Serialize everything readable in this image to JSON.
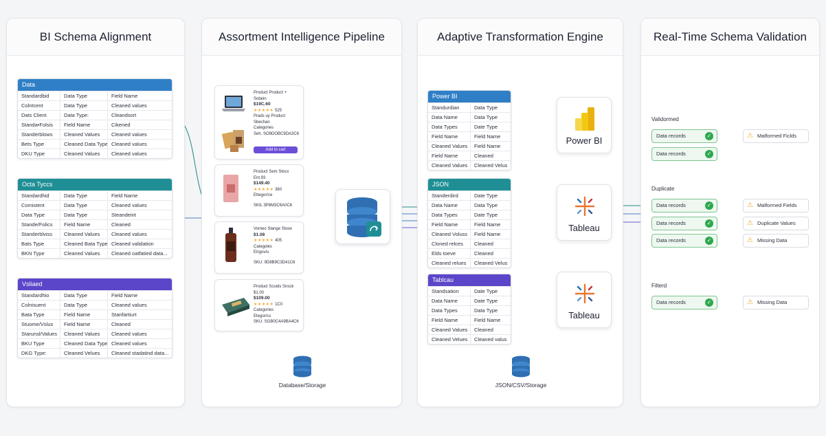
{
  "panels": {
    "bi": "BI Schema Alignment",
    "pipeline": "Assortment Intelligence Pipeline",
    "engine": "Adaptive Transformation Engine",
    "validation": "Real-Time Schema Validation"
  },
  "bi_tables": [
    {
      "title": "Data",
      "color": "#2f7fc6",
      "rows": [
        [
          "Standardbid",
          "Data Type",
          "Field Name"
        ],
        [
          "Colntcent",
          "Data Type",
          "Cleaned values"
        ],
        [
          "Dats Client",
          "Data Type:",
          "Cleandsort"
        ],
        [
          "Standa•Folsis",
          "Field Name",
          "Cikened"
        ],
        [
          "Standerblows",
          "Cleaned Values",
          "Cleaned values"
        ],
        [
          "Bets Type",
          "Cleaned Data Type:",
          "Cleaned values"
        ],
        [
          "DKU Type",
          "Cleaned Values",
          "Cleaned values"
        ]
      ]
    },
    {
      "title": "Octa Tyccs",
      "color": "#1f8f95",
      "rows": [
        [
          "Standardhid",
          "Data Type",
          "Field Name"
        ],
        [
          "Comistent",
          "Data Type",
          "Cleaned values"
        ],
        [
          "Data Type",
          "Data Type",
          "Steandeint"
        ],
        [
          "Stande/Folics",
          "Field Name",
          "Cleaned"
        ],
        [
          "Standerblviss",
          "Cleaned Values",
          "Cleaned values"
        ],
        [
          "Bats Type",
          "Cleaned Bata Type",
          "Cleaned validation"
        ],
        [
          "BKN Type",
          "Cleaned Values",
          "Cleaned oatfatied data..."
        ]
      ]
    },
    {
      "title": "Vsliaed",
      "color": "#5b46c9",
      "rows": [
        [
          "Standardhio",
          "Data Type",
          "Field Name"
        ],
        [
          "Colnisuent",
          "Data Type",
          "Cleaned values"
        ],
        [
          "Bata Type",
          "Field Name",
          "Stanfartiurt"
        ],
        [
          "Stuome/Vslus",
          "Field Name",
          "Cleaned"
        ],
        [
          "Starunsl/Values",
          "Cleaned Values",
          "Cleaned values"
        ],
        [
          "BKU Type",
          "Cleaned Data Type",
          "Cleaned values"
        ],
        [
          "DKG Type:",
          "Cleaned Velues",
          "Cleaned stadatind data..."
        ]
      ]
    }
  ],
  "products": [
    {
      "lines": [
        "Product Product +",
        "Sobein"
      ],
      "price": "$19C.60",
      "stars": "★★★★★",
      "count": "525",
      "extra": [
        "Prads uy Product",
        "Sbechan"
      ],
      "cat": "Categories",
      "sku": "Seh. SO9DOBC9DA3C6",
      "button": "Add to cart"
    },
    {
      "lines": [
        "Product Sem Stocx",
        "Ent.93"
      ],
      "price": "$149.40",
      "stars": "★★★★★",
      "count": "360",
      "extra": [
        "Ettegor/ce"
      ],
      "cat": "",
      "sku": "SKIL 3P8M3C6A0C6",
      "button": ""
    },
    {
      "lines": [
        "Vomeo Slange Stoox"
      ],
      "price": "$1.08",
      "stars": "★★★★★",
      "count": "405",
      "extra": [
        "Categoles",
        "Etrgov/u"
      ],
      "cat": "",
      "sku": "SKU: 9D8B9C3D41C6",
      "button": ""
    },
    {
      "lines": [
        "Product Scoids Snsck",
        "$1.00"
      ],
      "price": "$109.00",
      "stars": "★★★★★",
      "count": "1C0",
      "extra": [
        "Categories",
        "Etegor/cs"
      ],
      "cat": "",
      "sku": "SKU: SGB0C4A9BA4C6",
      "button": ""
    }
  ],
  "storage_left": "Database/Storage",
  "storage_right": "JSON/CSV/Storage",
  "engine_tables": [
    {
      "title": "Power BI",
      "color": "#2f7fc6",
      "rows": [
        [
          "Standurdian",
          "Data Type"
        ],
        [
          "Data Name",
          "Data Type"
        ],
        [
          "Data Types",
          "Date Type"
        ],
        [
          "Field Name",
          "Field Name"
        ],
        [
          "Cleaned Values",
          "Field Name"
        ],
        [
          "Field Name",
          "Cleaned"
        ],
        [
          "Cleaned Values",
          "Cleaned Velus"
        ]
      ]
    },
    {
      "title": "JSON",
      "color": "#1f8f95",
      "rows": [
        [
          "Standerdird",
          "Date Type"
        ],
        [
          "Data Name",
          "Data Type"
        ],
        [
          "Data Types",
          "Date Type"
        ],
        [
          "Field Name",
          "Field Name"
        ],
        [
          "Cleaned Voluss",
          "Field Name"
        ],
        [
          "Cloned relces",
          "Cleaned"
        ],
        [
          "Elds toeve",
          "Cleaned"
        ],
        [
          "Cleaned relues",
          "Cleaned Velus"
        ]
      ]
    },
    {
      "title": "Tablcau",
      "color": "#5b46c9",
      "rows": [
        [
          "Standsation",
          "Date Type"
        ],
        [
          "Data Name",
          "Date Type"
        ],
        [
          "Data Types",
          "Data Type"
        ],
        [
          "Field Name",
          "Field Name"
        ],
        [
          "Cleaned Values",
          "Cleaned"
        ],
        [
          "Cleaned Velues",
          "Cleaned valus"
        ]
      ]
    }
  ],
  "brands": [
    "Power BI",
    "Tableau",
    "Tableau"
  ],
  "validation": {
    "groups": [
      {
        "label": "Validormed",
        "records": [
          {
            "text": "Data records",
            "issue": "Malformed Ficlds"
          },
          {
            "text": "Data records",
            "issue": ""
          }
        ]
      },
      {
        "label": "Duplicate",
        "records": [
          {
            "text": "Data records",
            "issue": "Malformed Fields"
          },
          {
            "text": "Data records",
            "issue": "Duplicate Values"
          },
          {
            "text": "Data records",
            "issue": "Missing Data"
          }
        ]
      },
      {
        "label": "Filterd",
        "records": [
          {
            "text": "Data records",
            "issue": "Missing Data"
          }
        ]
      }
    ]
  },
  "colors": {
    "blue": "#2f7fc6",
    "teal": "#1f8f95",
    "purple": "#5b46c9",
    "green": "#2fa84f",
    "amber": "#e9a82b"
  }
}
